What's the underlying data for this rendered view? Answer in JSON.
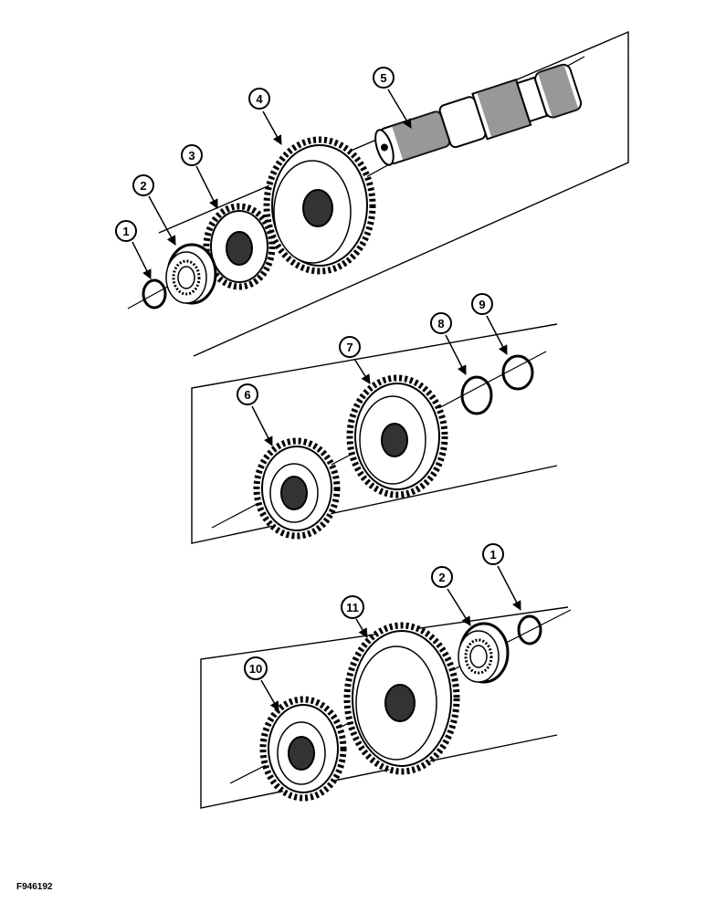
{
  "figure_id": "F946192",
  "callouts": [
    "1",
    "2",
    "3",
    "4",
    "5",
    "6",
    "7",
    "8",
    "9",
    "10",
    "11",
    "2",
    "1"
  ]
}
